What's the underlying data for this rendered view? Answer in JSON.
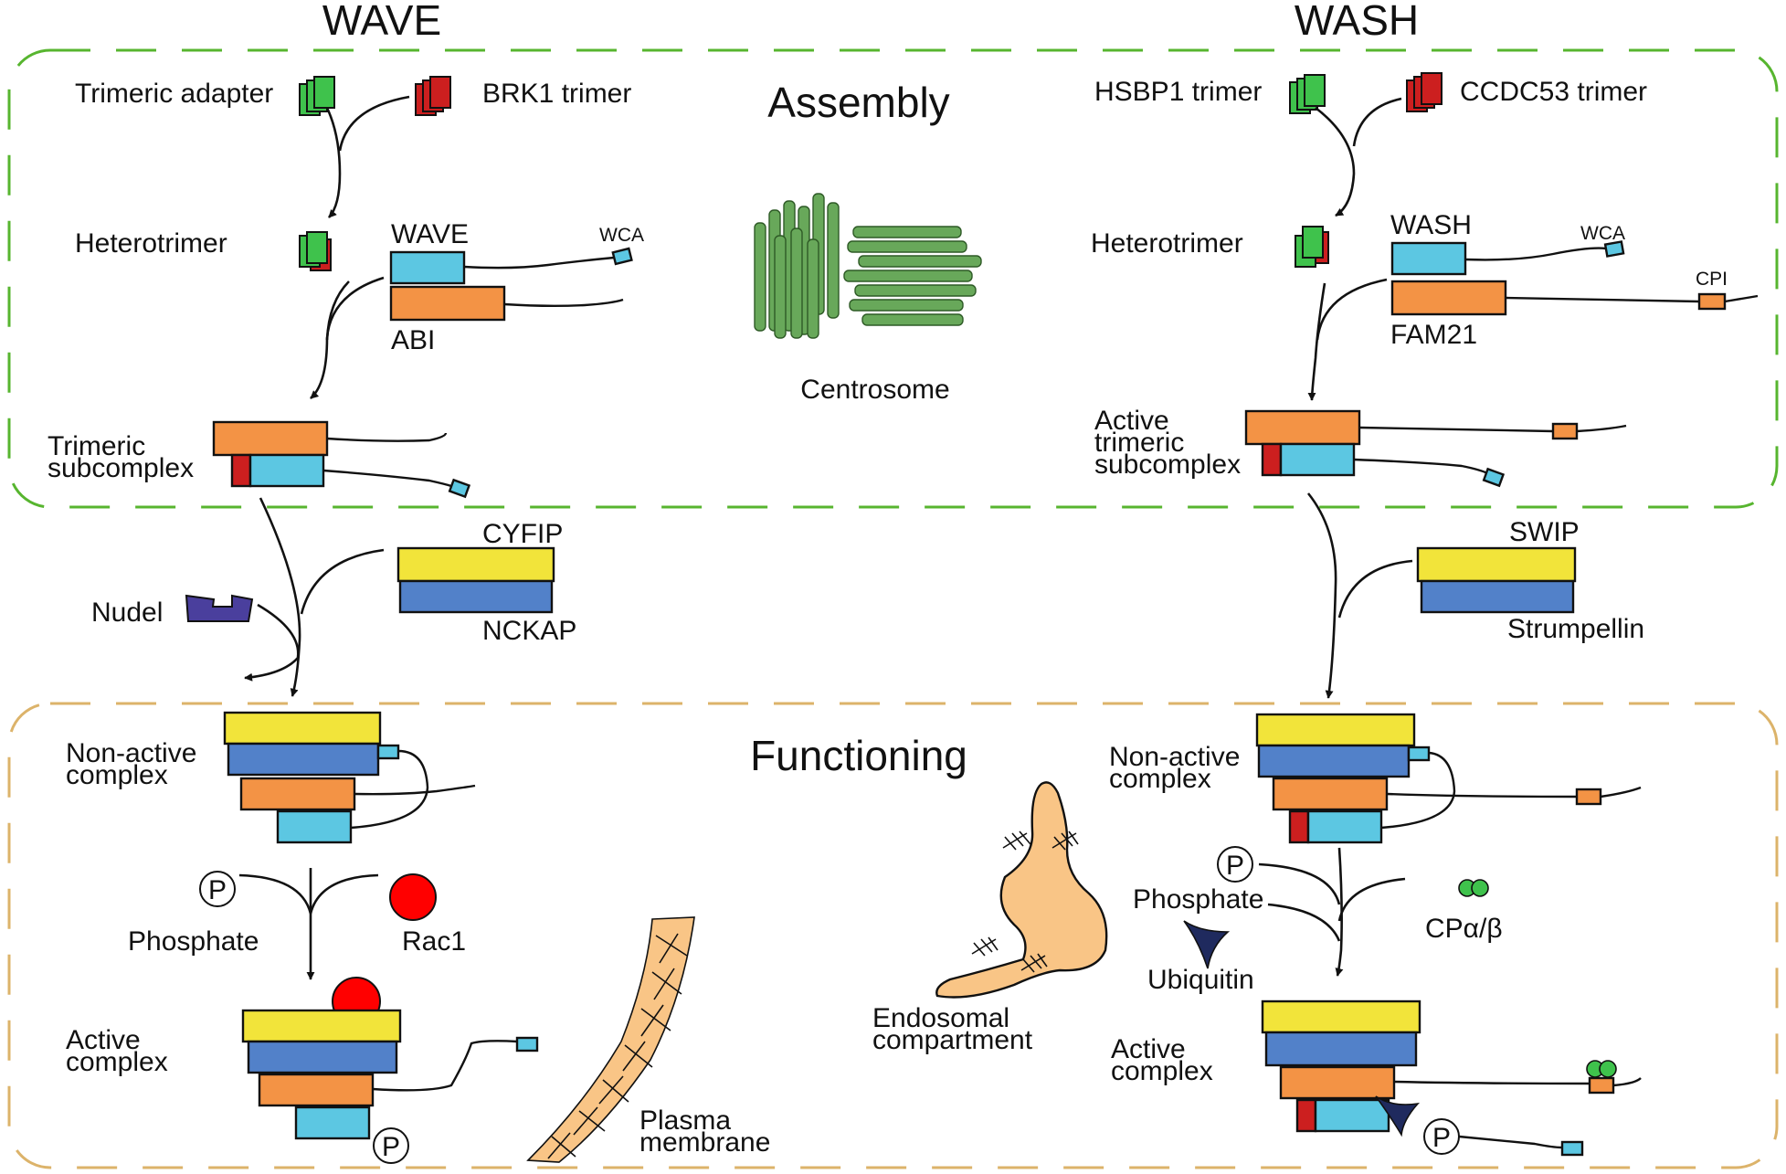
{
  "headers": {
    "wave": "WAVE",
    "wash": "WASH"
  },
  "sections": {
    "assembly": "Assembly",
    "functioning": "Functioning"
  },
  "colors": {
    "green": "#3fc24c",
    "red": "#cc1f1f",
    "orange": "#f39345",
    "cyan": "#5cc7e2",
    "yellow": "#f2e43a",
    "blue": "#5281c9",
    "purple": "#4a3f9d",
    "navy": "#1f2a5e",
    "rac_red": "#ff0000",
    "tan": "#f9c586",
    "centrosome_green": "#68a85a",
    "assembly_dash": "#57b52f",
    "functioning_dash": "#dcb36a"
  },
  "wave": {
    "trimeric_adapter": "Trimeric adapter",
    "brk1_trimer": "BRK1 trimer",
    "heterotrimer": "Heterotrimer",
    "wave": "WAVE",
    "wca": "WCA",
    "abi": "ABI",
    "trimeric_line1": "Trimeric",
    "trimeric_line2": "subcomplex",
    "cyfip": "CYFIP",
    "nckap": "NCKAP",
    "nudel": "Nudel",
    "nonactive_line1": "Non-active",
    "nonactive_line2": "complex",
    "phosphate_symbol": "P",
    "phosphate": "Phosphate",
    "rac1": "Rac1",
    "active_line1": "Active",
    "active_line2": "complex"
  },
  "center": {
    "centrosome": "Centrosome",
    "endosomal_line1": "Endosomal",
    "endosomal_line2": "compartment",
    "plasma_line1": "Plasma",
    "plasma_line2": "membrane"
  },
  "wash": {
    "hsbp1_trimer": "HSBP1 trimer",
    "ccdc53_trimer": "CCDC53 trimer",
    "heterotrimer": "Heterotrimer",
    "wash": "WASH",
    "wca": "WCA",
    "cpi": "CPI",
    "fam21": "FAM21",
    "active_tri_line1": "Active",
    "active_tri_line2": "trimeric",
    "active_tri_line3": "subcomplex",
    "swip": "SWIP",
    "strumpellin": "Strumpellin",
    "nonactive_line1": "Non-active",
    "nonactive_line2": "complex",
    "phosphate_symbol": "P",
    "phosphate": "Phosphate",
    "cp": "CPα/β",
    "ubiquitin": "Ubiquitin",
    "active_line1": "Active",
    "active_line2": "complex"
  }
}
